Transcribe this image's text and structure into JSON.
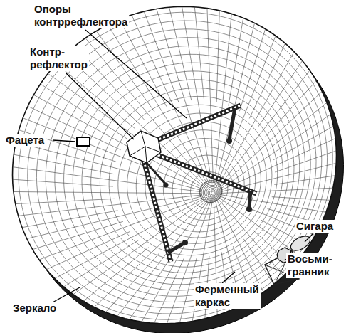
{
  "diagram": {
    "labels": [
      "Опоры контррефлектора",
      "Контр- рефлектор",
      "Фацета",
      "Сигара",
      "Восьми- гранник",
      "Зеркало",
      "Ферменный каркас"
    ]
  }
}
